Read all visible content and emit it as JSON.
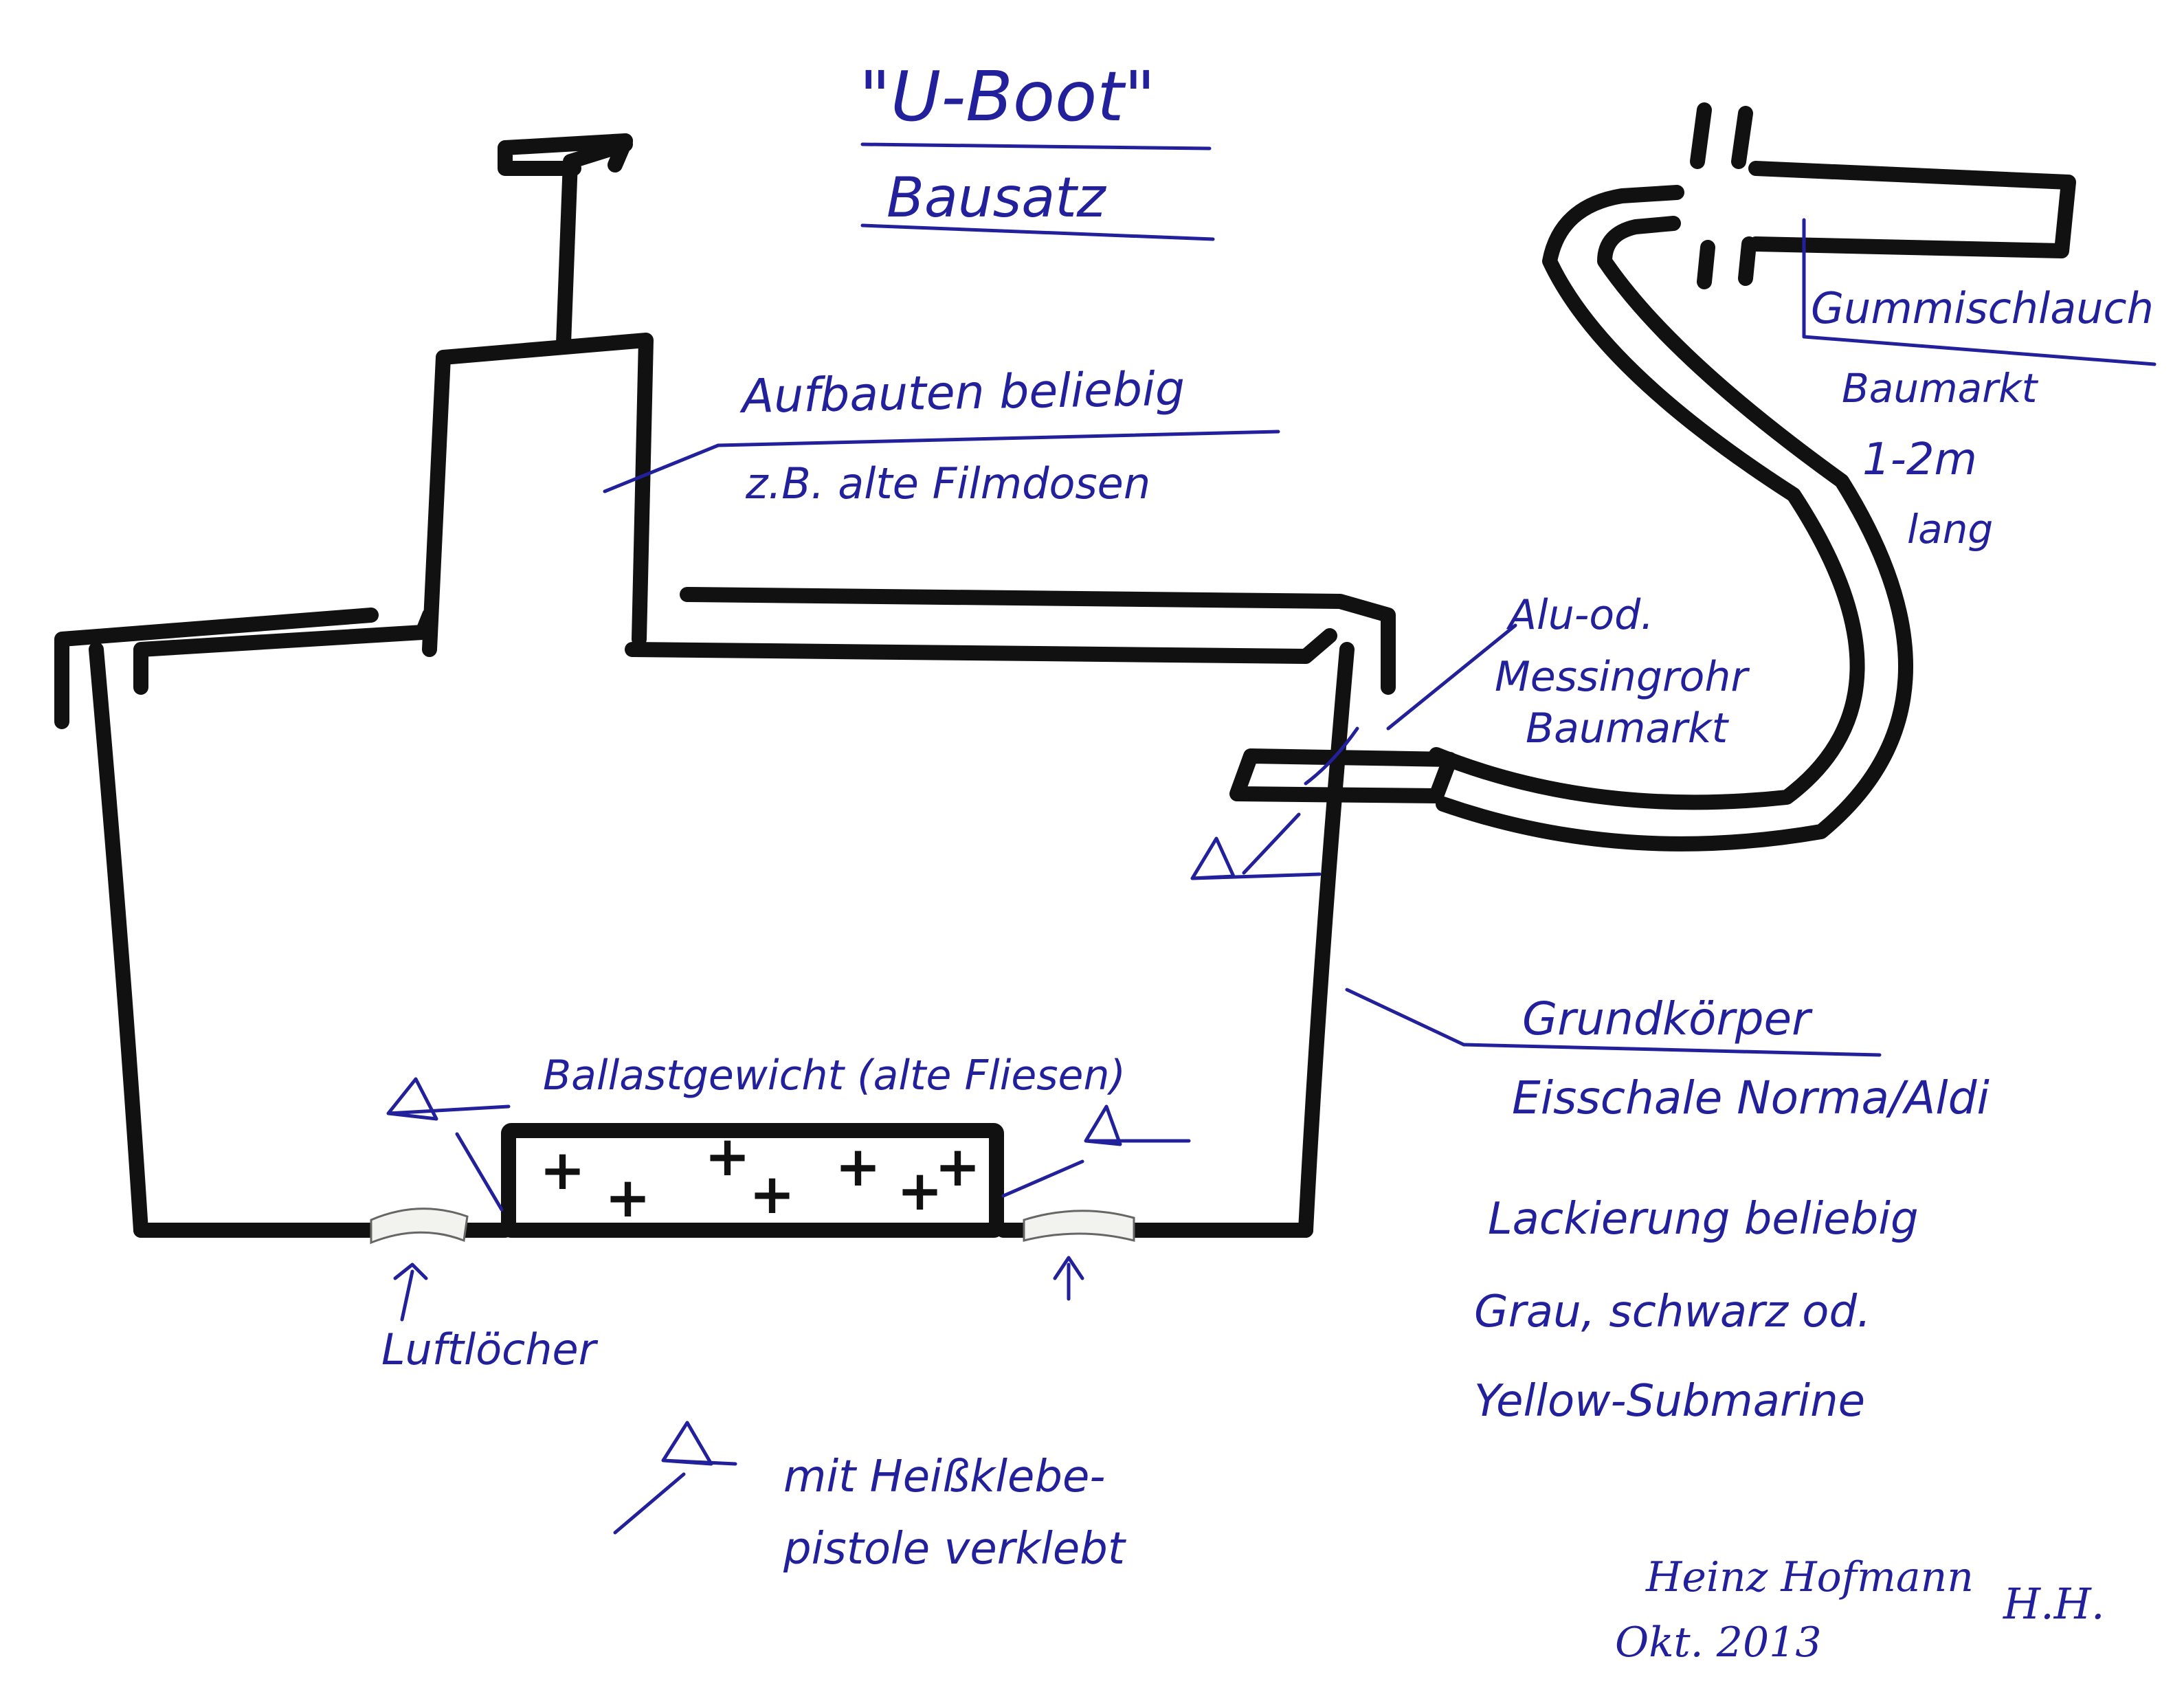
{
  "title": {
    "line1": "\"U-Boot\"",
    "line2": "Bausatz"
  },
  "labels": {
    "aufbauten_1": "Aufbauten beliebig",
    "aufbauten_2": "z.B. alte Filmdosen",
    "schlauch_1": "Gummischlauch",
    "schlauch_2": "Baumarkt",
    "schlauch_3": "1-2m",
    "schlauch_4": "lang",
    "rohr_1": "Alu-od.",
    "rohr_2": "Messingrohr",
    "rohr_3": "Baumarkt",
    "grund_1": "Grundkörper",
    "grund_2": "Eisschale Norma/Aldi",
    "lack_1": "Lackierung beliebig",
    "lack_2": "Grau, schwarz od.",
    "lack_3": "Yellow-Submarine",
    "ballast": "Ballastgewicht (alte Fliesen)",
    "luft": "Luftlöcher",
    "kleber_1": "mit Heißklebe-",
    "kleber_2": "pistole verklebt"
  },
  "signature": {
    "name": "Heinz Hofmann",
    "date": "Okt. 2013",
    "initials": "H.H."
  },
  "colors": {
    "ink": "#111111",
    "pen": "#22209a"
  }
}
